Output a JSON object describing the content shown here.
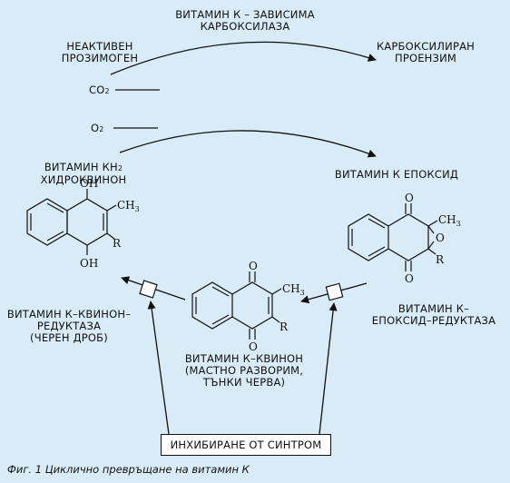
{
  "labels": {
    "enzyme_title": [
      "ВИТАМИН К – ЗАВИСИМА",
      "КАРБОКСИЛАЗА"
    ],
    "prozymogen": [
      "НЕАКТИВЕН",
      "ПРОЗИМОГЕН"
    ],
    "proenzyme": [
      "КАРБОКСИЛИРАН",
      "ПРОЕНЗИМ"
    ],
    "co2": "CO",
    "co2_sub": "2",
    "o2": "O",
    "o2_sub": "2",
    "hydroquinone_line1": "ВИТАМИН КН",
    "hydroquinone_sub": "2",
    "hydroquinone_line2": "ХИДРОКВИНОН",
    "epoxide": "ВИТАМИН К ЕПОКСИД",
    "quinone_reductase": [
      "ВИТАМИН К–КВИНОН–",
      "РЕДУКТАЗА",
      "(ЧЕРЕН ДРОБ)"
    ],
    "quinone": [
      "ВИТАМИН К–КВИНОН",
      "(МАСТНО РАЗВОРИМ,",
      "ТЪНКИ ЧЕРВА)"
    ],
    "epoxide_reductase": [
      "ВИТАМИН К–",
      "ЕПОКСИД–РЕДУКТАЗА"
    ],
    "inhibition": "ИНХИБИРАНЕ ОТ СИНТРОМ",
    "caption": "Фиг. 1  Циклично превръщане на витамин К"
  },
  "molecules": {
    "hydroquinone": {
      "top": "OH",
      "bottom": "OH",
      "methyl": "CH",
      "methyl_sub": "3",
      "r": "R"
    },
    "quinone": {
      "top": "O",
      "bottom": "O",
      "methyl": "CH",
      "methyl_sub": "3",
      "r": "R"
    },
    "epoxide": {
      "top": "O",
      "bottom": "O",
      "bridge": "O",
      "methyl": "CH",
      "methyl_sub": "3",
      "r": "R"
    }
  },
  "colors": {
    "background": "#d9ebf6",
    "ink": "#111111",
    "box": "#ffffff"
  }
}
